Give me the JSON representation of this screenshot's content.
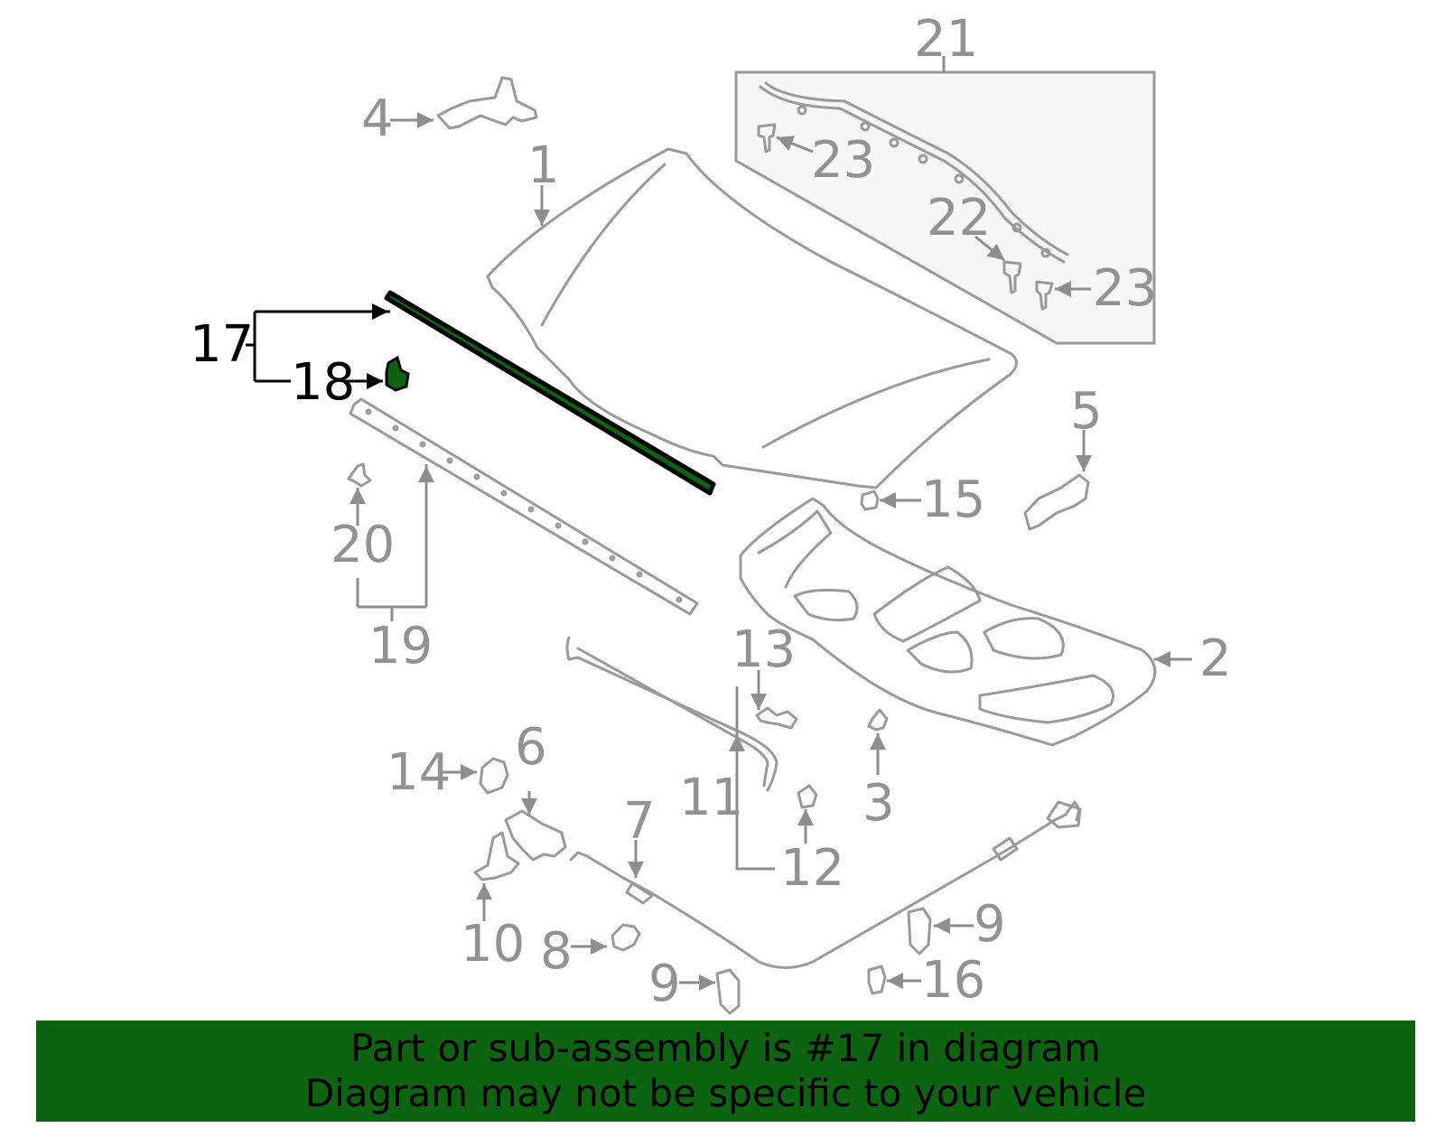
{
  "callouts": {
    "c1": "1",
    "c2": "2",
    "c3": "3",
    "c4": "4",
    "c5": "5",
    "c6": "6",
    "c7": "7",
    "c8": "8",
    "c9a": "9",
    "c9b": "9",
    "c10": "10",
    "c11": "11",
    "c12": "12",
    "c13": "13",
    "c14": "14",
    "c15": "15",
    "c16": "16",
    "c17": "17",
    "c18": "18",
    "c19": "19",
    "c20": "20",
    "c21": "21",
    "c22": "22",
    "c23a": "23",
    "c23b": "23"
  },
  "highlighted_part": "17",
  "colors": {
    "highlight_green": "#0d6410",
    "line_gray": "#9a9a9a",
    "highlight_black": "#000000"
  },
  "banner": {
    "line1": "Part or sub-assembly is #17 in diagram",
    "line2": "Diagram may not be specific to your vehicle"
  }
}
